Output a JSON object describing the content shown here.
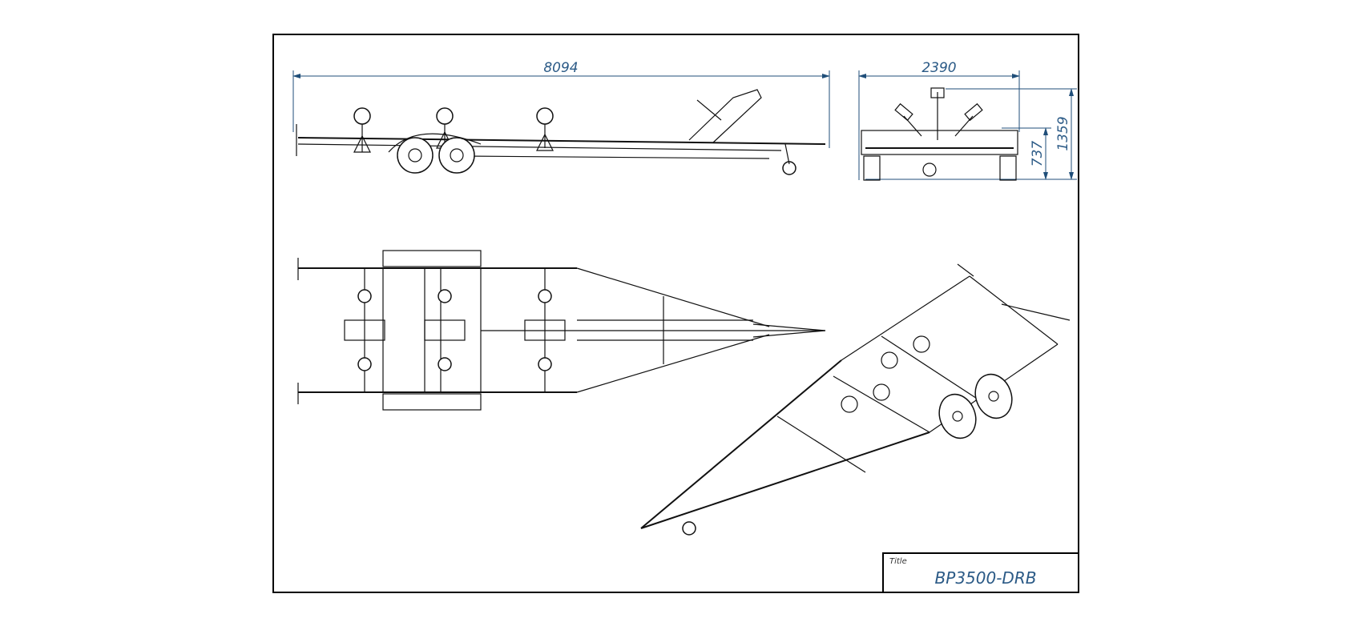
{
  "drawing": {
    "dimensions": {
      "overall_length": "8094",
      "overall_width": "2390",
      "deck_height": "737",
      "overall_height": "1359"
    },
    "title_block": {
      "label": "Title",
      "value": "BP3500-DRB"
    },
    "colors": {
      "dimension": "#1f4e79",
      "line": "#111111"
    }
  }
}
